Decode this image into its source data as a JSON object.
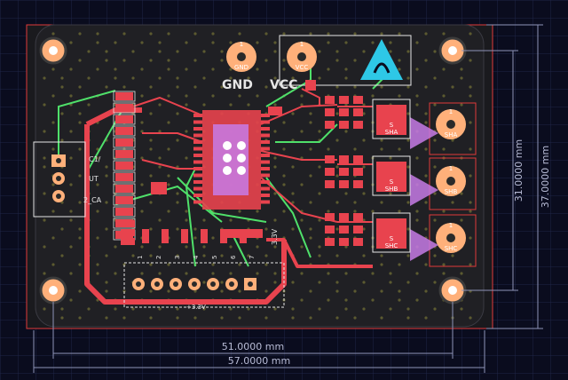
{
  "board": {
    "silkscreen": {
      "gnd_label": "GND",
      "vcc_label": "VCC",
      "rail_label": "+3.3V",
      "side_label_1": "C1/",
      "side_label_2": "UT",
      "side_label_3": "2_CA",
      "right_label": "3.3V"
    },
    "header_pin_labels": [
      "1",
      "2",
      "3",
      "4",
      "5",
      "6",
      "7"
    ],
    "pin_number": "1",
    "pads": [
      {
        "label": "GND"
      },
      {
        "label": "VCC"
      },
      {
        "label": "SHA"
      },
      {
        "label": "SHB"
      },
      {
        "label": "SHC"
      }
    ],
    "mosfet_labels": [
      "SHA",
      "SHB",
      "SHC"
    ],
    "mosfet_pin_label": "S"
  },
  "dimensions": {
    "inner_width": "51.0000 mm",
    "outer_width": "57.0000 mm",
    "inner_height": "31.0000 mm",
    "outer_height": "37.0000 mm"
  },
  "colors": {
    "background": "#0a0c1e",
    "grid": "#1f2547",
    "board_edge": "#e03a3a",
    "copper_pad": "#ffb07a",
    "copper_trace": "#e8434e",
    "bottom_trace": "#4fe06a",
    "silkscreen": "#e6e6e6",
    "dimension": "#8e93b8",
    "esd_symbol": "#2ec8e6",
    "mask_purple": "#c77be6"
  }
}
